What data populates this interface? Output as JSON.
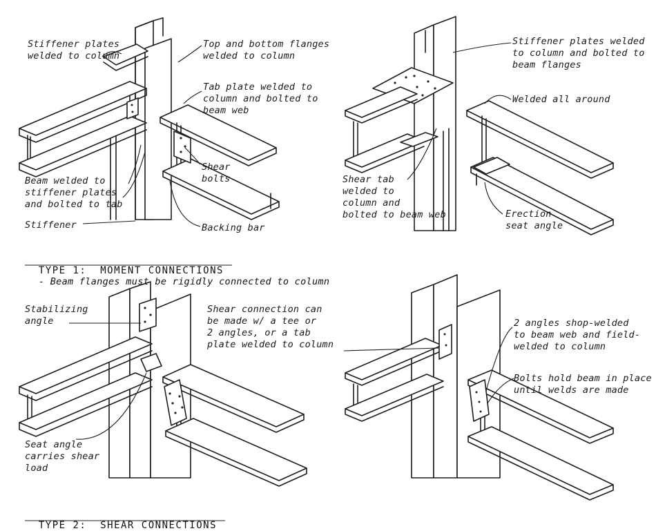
{
  "panels": {
    "moment_left": {
      "labels": {
        "stiffener_plates": "Stiffener plates\nwelded to column",
        "top_bottom_flanges": "Top and bottom flanges\nwelded to column",
        "tab_plate": "Tab plate welded to\ncolumn and bolted to\nbeam web",
        "shear_bolts": "Shear\nbolts",
        "beam_welded": "Beam welded to\nstiffener plates\nand bolted to tab",
        "stiffener": "Stiffener",
        "backing_bar": "Backing bar"
      }
    },
    "moment_right": {
      "labels": {
        "stiffener_plates_bolted": "Stiffener plates welded\nto column and bolted to\nbeam flanges",
        "welded_all_around": "Welded all around",
        "shear_tab": "Shear tab\nwelded to\ncolumn and\nbolted to beam web",
        "erection_seat": "Erection\nseat angle"
      }
    },
    "shear_left": {
      "labels": {
        "stabilizing_angle": "Stabilizing\nangle",
        "shear_connection": "Shear connection can\nbe made w/ a tee or\n2 angles, or a tab\nplate welded to column",
        "seat_angle": "Seat angle\ncarries shear\nload"
      }
    },
    "shear_right": {
      "labels": {
        "two_angles": "2 angles shop-welded\nto beam web and field-\nwelded to column",
        "bolts_hold": "Bolts hold beam in place\nuntil welds are made"
      }
    }
  },
  "titles": {
    "type1_heading": "TYPE 1:  MOMENT CONNECTIONS",
    "type1_desc": "- Beam flanges must be rigidly connected to column",
    "type2_heading": "TYPE 2:  SHEAR CONNECTIONS"
  },
  "colors": {
    "ink": "#1c1c1c",
    "paper": "#ffffff"
  }
}
